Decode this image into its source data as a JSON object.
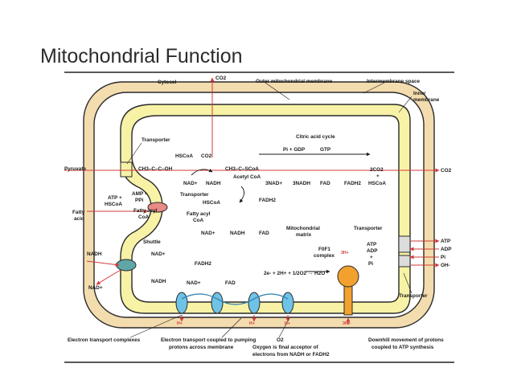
{
  "slide": {
    "title": "Mitochondrial Function"
  },
  "labels": {
    "cytosol": "Cytosol",
    "co2_top": "CO2",
    "outer_membrane": "Outer mitochondrial membrane",
    "intermembrane_space": "Intermembrane space",
    "inner_membrane_1": "Inner",
    "inner_membrane_2": "membrane",
    "transporter_top": "Transporter",
    "citric_acid_cycle": "Citric acid cycle",
    "pi_gdp": "Pi + GDP",
    "gtp": "GTP",
    "pyruvate": "Pyruvate",
    "pyruvate_formula": "CH3–C–C–OH",
    "hscoa_1": "HSCoA",
    "co2_pdh": "CO2",
    "acetyl_formula": "CH3–C–SCoA",
    "nad_1": "NAD+",
    "nadh_1": "NADH",
    "acetyl_coa": "Acetyl CoA",
    "three_nad": "3NAD+",
    "three_nadh": "3NADH",
    "fad_1": "FAD",
    "fadh2_1": "FADH2",
    "hscoa_2": "HSCoA",
    "two_co2": "2CO2",
    "plus": "+",
    "co2_right": "CO2",
    "atp_pp_1": "ATP +",
    "atp_pp_2": "HSCoA",
    "amp_1": "AMP +",
    "amp_2": "PPi",
    "fatty_acyl_coa_1": "Fatty acyl",
    "fatty_acyl_coa_2": "CoA",
    "fatty_acid_1": "Fatty",
    "fatty_acid_2": "acid",
    "transporter_mid": "Transporter",
    "hscoa_3": "HSCoA",
    "fatty_acyl_in_1": "Fatty acyl",
    "fatty_acyl_in_2": "CoA",
    "fadh2_2": "FADH2",
    "nad_2": "NAD+",
    "nadh_2": "NADH",
    "fad_2": "FAD",
    "matrix_1": "Mitochondrial",
    "matrix_2": "matrix",
    "transporter_right": "Transporter",
    "shuttle": "Shuttle",
    "nadh_left": "NADH",
    "nad_left_in": "NAD+",
    "nadh_in": "NADH",
    "nad_left_out": "NAD+",
    "fadh2_3": "FADH2",
    "nad_3": "NAD+",
    "fad_3": "FAD",
    "f0f1_1": "F0F1",
    "f0f1_2": "complex",
    "three_h_in": "3H+",
    "atp_in": "ATP",
    "adp_in": "ADP",
    "plus_2": "+",
    "pi_in": "Pi",
    "atp_out": "ATP",
    "adp_out": "ADP",
    "pi_out": "Pi",
    "oh_out": "OH-",
    "reaction": "2e- + 2H+ + 1/2O2 → H2O",
    "h_plus_1": "H+",
    "h_plus_2": "H+",
    "h_plus_3": "H+",
    "three_h_out": "3H+",
    "transporter_bottom": "Transporter",
    "etc_complexes": "Electron transport complexes",
    "et_coupled_1": "Electron transport coupled to pumping",
    "et_coupled_2": "protons across membrane",
    "o2": "O2",
    "oxygen_1": "Oxygen is final acceptor of",
    "oxygen_2": "electrons from NADH or FADH2",
    "downhill_1": "Downhill movement of protons",
    "downhill_2": "coupled to ATP synthesis"
  },
  "colors": {
    "outer_membrane": "#f3dcae",
    "inner_membrane": "#f7f2a6",
    "membrane_stroke": "#2a2a2a",
    "etc_complex": "#6ec3e6",
    "atp_synthase": "#f2a12e",
    "transporter_pink": "#e98a86",
    "shuttle_teal": "#5fa7a7",
    "arrow_red": "#d43a3a"
  }
}
